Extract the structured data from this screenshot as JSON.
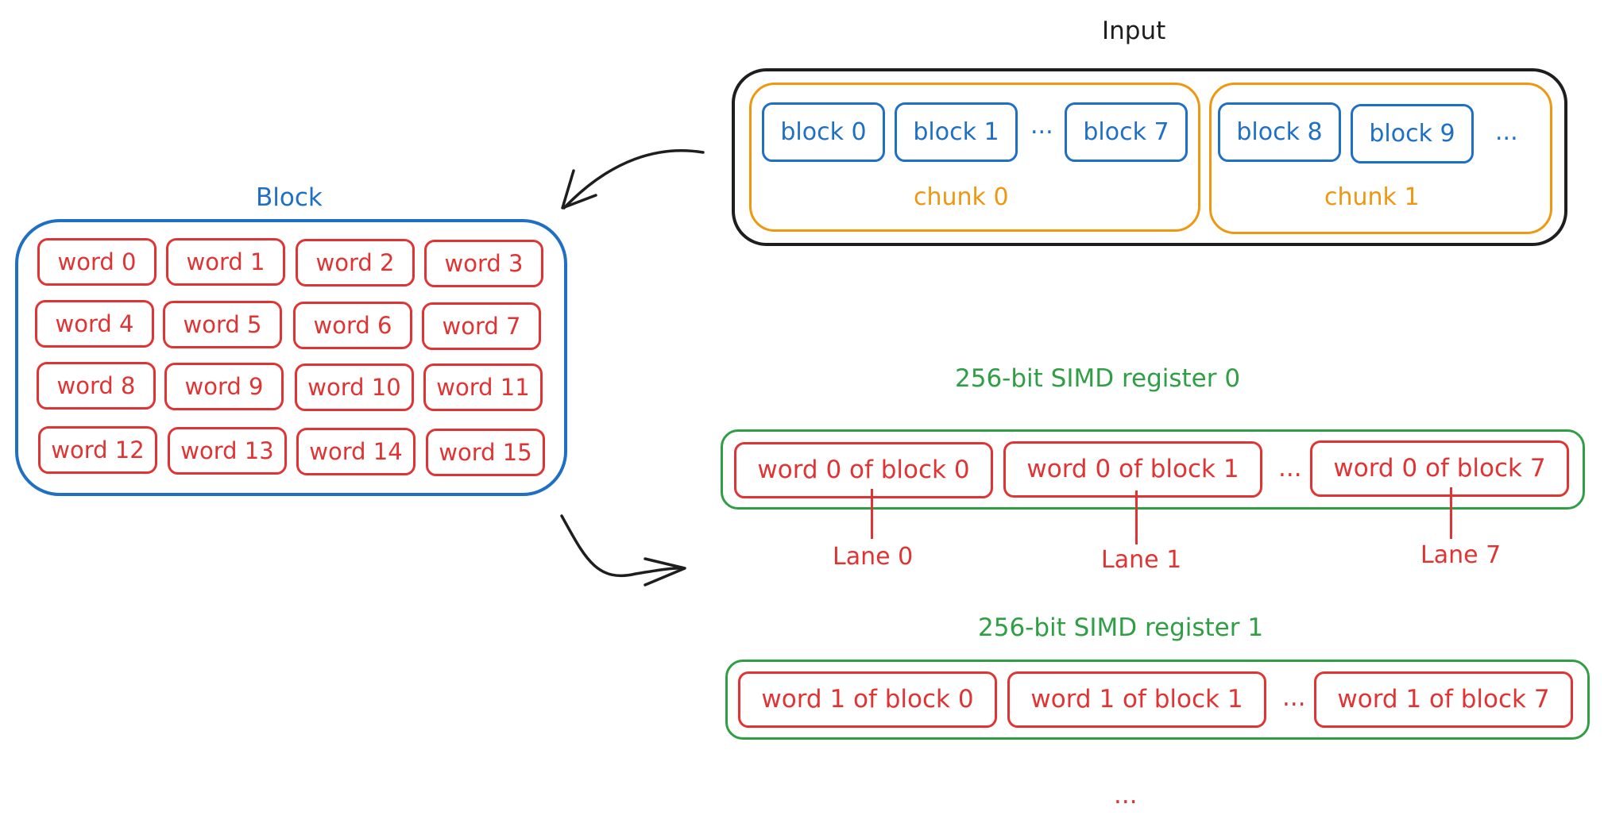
{
  "input": {
    "title": "Input",
    "chunks": [
      {
        "label": "chunk 0",
        "blocks": [
          "block 0",
          "block 1",
          "block 7"
        ],
        "ellipsis": "..."
      },
      {
        "label": "chunk 1",
        "blocks": [
          "block 8",
          "block 9"
        ],
        "ellipsis": "..."
      }
    ]
  },
  "block": {
    "title": "Block",
    "words": [
      "word 0",
      "word 1",
      "word 2",
      "word 3",
      "word 4",
      "word 5",
      "word 6",
      "word 7",
      "word 8",
      "word 9",
      "word 10",
      "word 11",
      "word 12",
      "word 13",
      "word 14",
      "word 15"
    ]
  },
  "registers": [
    {
      "title": "256-bit SIMD register 0",
      "words": [
        "word 0 of block 0",
        "word 0 of block 1",
        "word 0 of block 7"
      ],
      "ellipsis": "...",
      "lanes": [
        "Lane 0",
        "Lane 1",
        "Lane 7"
      ]
    },
    {
      "title": "256-bit SIMD register 1",
      "words": [
        "word 1 of block 0",
        "word 1 of block 1",
        "word 1 of block 7"
      ],
      "ellipsis": "..."
    }
  ],
  "trailing_ellipsis": "...",
  "colors": {
    "input_border": "#1e1e1e",
    "chunk": "#ef9710",
    "block": "#1f6fc5",
    "word": "#e03434",
    "register": "#2f9e44"
  }
}
